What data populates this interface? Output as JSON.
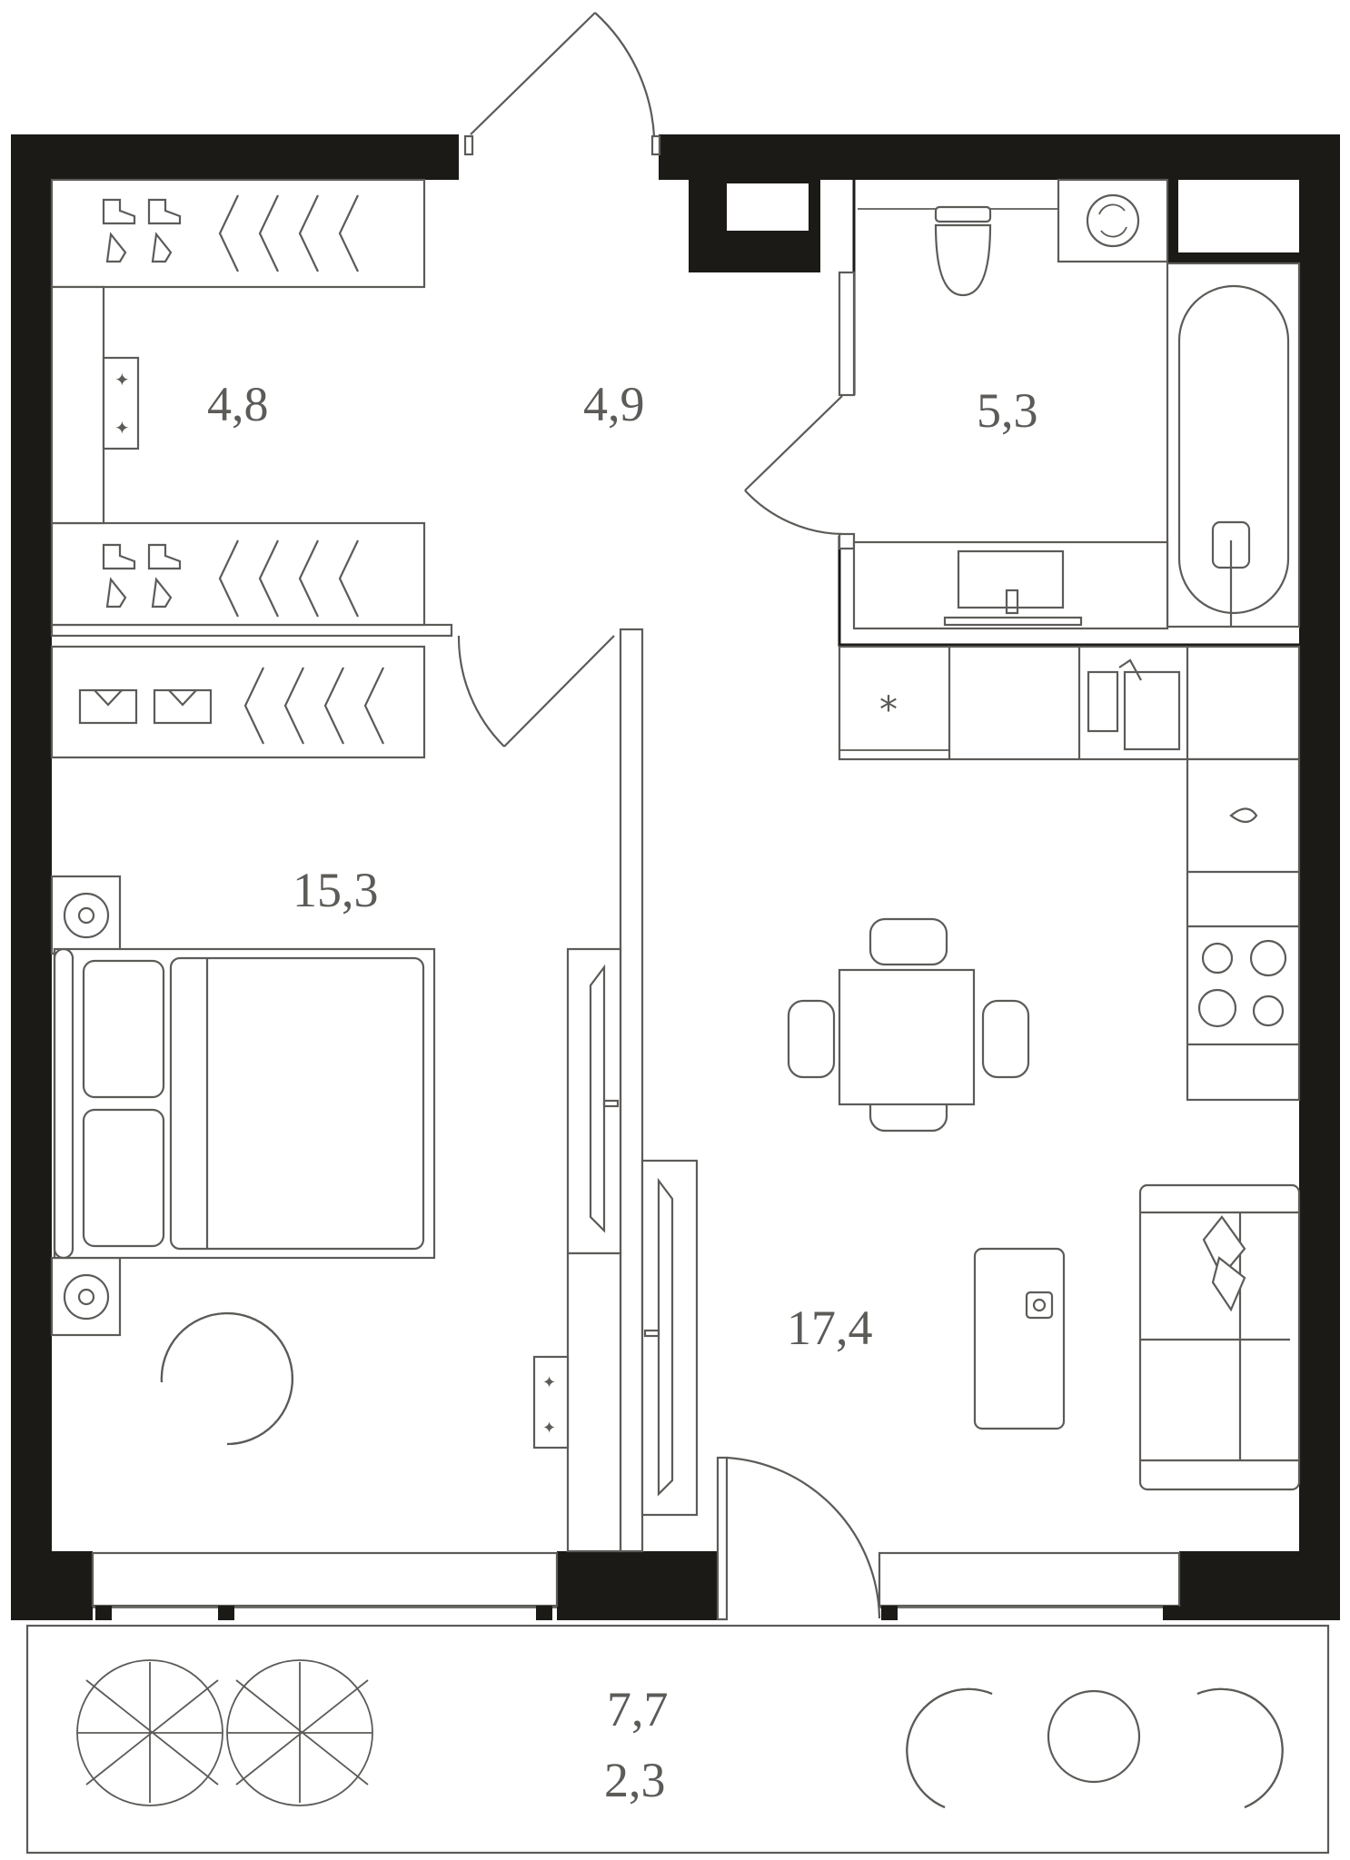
{
  "colors": {
    "wall": "#1c1a17",
    "line": "#5d5b58",
    "background": "#ffffff"
  },
  "rooms": {
    "wardrobe": "4,8",
    "hall": "4,9",
    "bathroom": "5,3",
    "bedroom": "15,3",
    "living_kitchen": "17,4",
    "balcony_area": "7,7",
    "balcony_alt": "2,3"
  },
  "icons": [
    "boot-icon",
    "hanger-icon",
    "folded-shirt-icon",
    "toilet-icon",
    "washing-machine-icon",
    "bathtub-icon",
    "sink-icon",
    "stove-icon",
    "dining-table-icon",
    "sofa-icon",
    "bed-icon",
    "armchair-icon",
    "plant-icon",
    "tv-icon"
  ]
}
